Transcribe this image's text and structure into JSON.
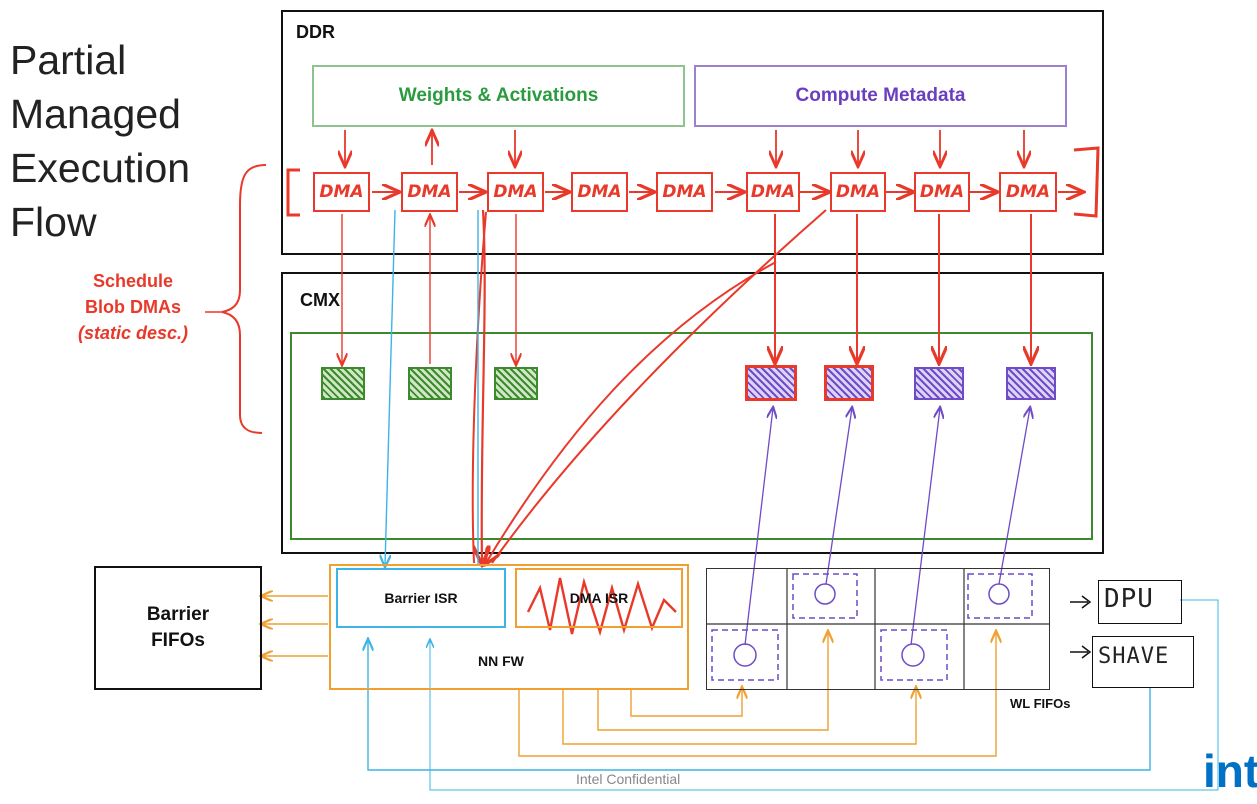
{
  "title": {
    "lines": [
      "Partial",
      "Managed",
      "Execution",
      "Flow"
    ]
  },
  "schedule_label": {
    "lines": [
      "Schedule",
      "Blob DMAs",
      "(static desc.)"
    ]
  },
  "ddr": {
    "label": "DDR",
    "weights_label": "Weights & Activations",
    "metadata_label": "Compute Metadata"
  },
  "dma_chain": {
    "items": [
      "DMA",
      "DMA",
      "DMA",
      "DMA",
      "DMA",
      "DMA",
      "DMA",
      "DMA",
      "DMA"
    ]
  },
  "cmx": {
    "label": "CMX"
  },
  "barrier_fifos": {
    "lines": [
      "Barrier",
      "FIFOs"
    ]
  },
  "nn_fw": {
    "label": "NN FW",
    "barrier_isr": "Barrier ISR",
    "dma_isr": "DMA ISR"
  },
  "wl_fifos": {
    "label": "WL FIFOs"
  },
  "engines": {
    "dpu": "DPU",
    "shave": "SHAVE"
  },
  "footer": {
    "confidential": "Intel Confidential",
    "logo": "int"
  },
  "colors": {
    "red": "#e8392a",
    "green": "#3d8a2e",
    "purple": "#6f4bc7",
    "orange": "#f0a030",
    "cyan": "#3cb4e6"
  }
}
